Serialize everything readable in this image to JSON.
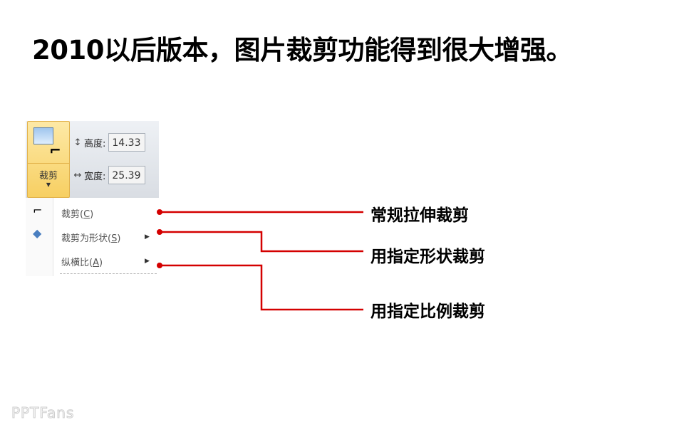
{
  "title": "2010以后版本，图片裁剪功能得到很大增强。",
  "ribbon": {
    "crop_label": "裁剪",
    "height_label": "高度:",
    "height_value": "14.33",
    "width_label": "宽度:",
    "width_value": "25.39"
  },
  "menu": {
    "items": [
      {
        "label": "裁剪(",
        "key": "C",
        "end": ")"
      },
      {
        "label": "裁剪为形状(",
        "key": "S",
        "end": ")"
      },
      {
        "label": "纵横比(",
        "key": "A",
        "end": ")"
      }
    ]
  },
  "callouts": [
    "常规拉伸裁剪",
    "用指定形状裁剪",
    "用指定比例裁剪"
  ],
  "colors": {
    "line": "#d40000",
    "button": "#f7cf62"
  },
  "logo": "PPTFans"
}
